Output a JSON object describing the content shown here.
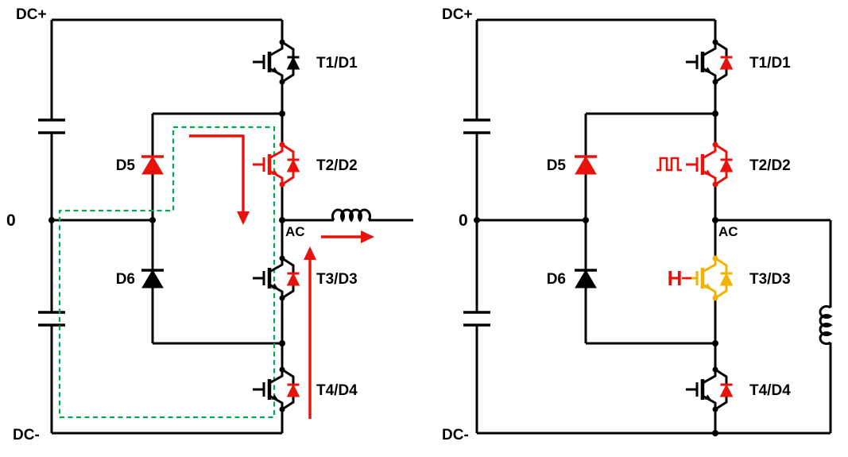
{
  "colors": {
    "line": "#000000",
    "red": "#e8120c",
    "yellow": "#f2b200",
    "green": "#00a651",
    "bg": "#ffffff"
  },
  "left_panel": {
    "labels": {
      "dc_plus": "DC+",
      "dc_minus": "DC-",
      "neutral": "0",
      "ac": "AC",
      "d5": "D5",
      "d6": "D6",
      "t1": "T1/D1",
      "t2": "T2/D2",
      "t3": "T3/D3",
      "t4": "T4/D4"
    }
  },
  "right_panel": {
    "labels": {
      "dc_plus": "DC+",
      "dc_minus": "DC-",
      "neutral": "0",
      "ac": "AC",
      "d5": "D5",
      "d6": "D6",
      "t1": "T1/D1",
      "t2": "T2/D2",
      "t3": "T3/D3",
      "t4": "T4/D4",
      "gate_high": "H"
    }
  }
}
